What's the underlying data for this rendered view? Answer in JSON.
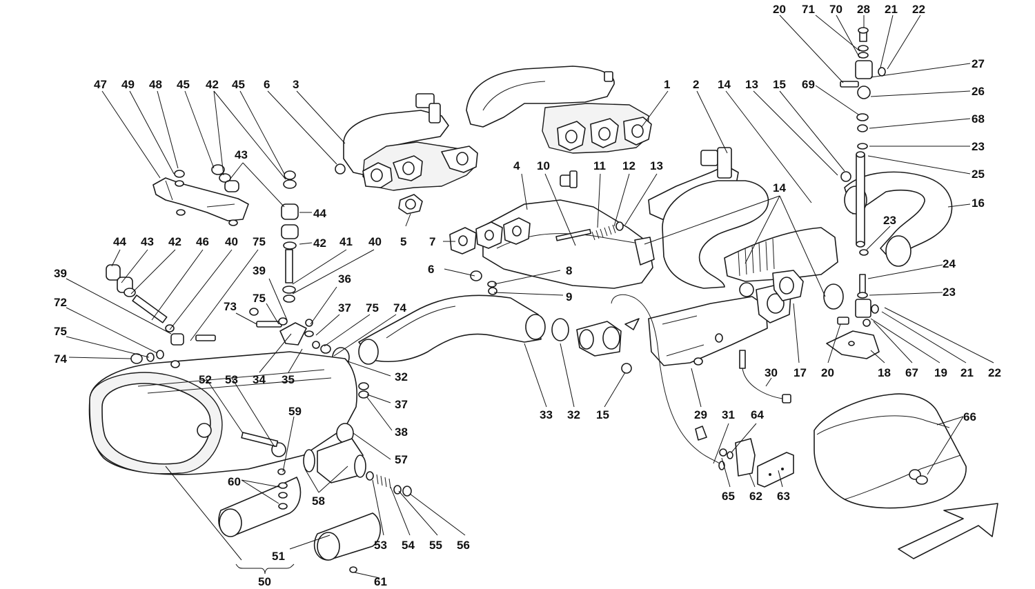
{
  "callouts": [
    "20",
    "71",
    "70",
    "28",
    "21",
    "22",
    "27",
    "26",
    "69",
    "68",
    "23",
    "25",
    "16",
    "23",
    "24",
    "23",
    "17",
    "20",
    "18",
    "67",
    "19",
    "21",
    "22",
    "47",
    "49",
    "48",
    "45",
    "42",
    "45",
    "6",
    "3",
    "1",
    "2",
    "14",
    "13",
    "15",
    "43",
    "44",
    "4",
    "10",
    "11",
    "12",
    "13",
    "14",
    "7",
    "5",
    "42",
    "44",
    "43",
    "42",
    "46",
    "40",
    "75",
    "41",
    "40",
    "39",
    "36",
    "6",
    "8",
    "9",
    "39",
    "72",
    "75",
    "74",
    "73",
    "75",
    "37",
    "75",
    "74",
    "34",
    "35",
    "32",
    "37",
    "38",
    "52",
    "53",
    "59",
    "57",
    "60",
    "58",
    "53",
    "54",
    "55",
    "56",
    "51",
    "50",
    "61",
    "33",
    "32",
    "15",
    "29",
    "30",
    "31",
    "64",
    "65",
    "62",
    "63",
    "66"
  ]
}
